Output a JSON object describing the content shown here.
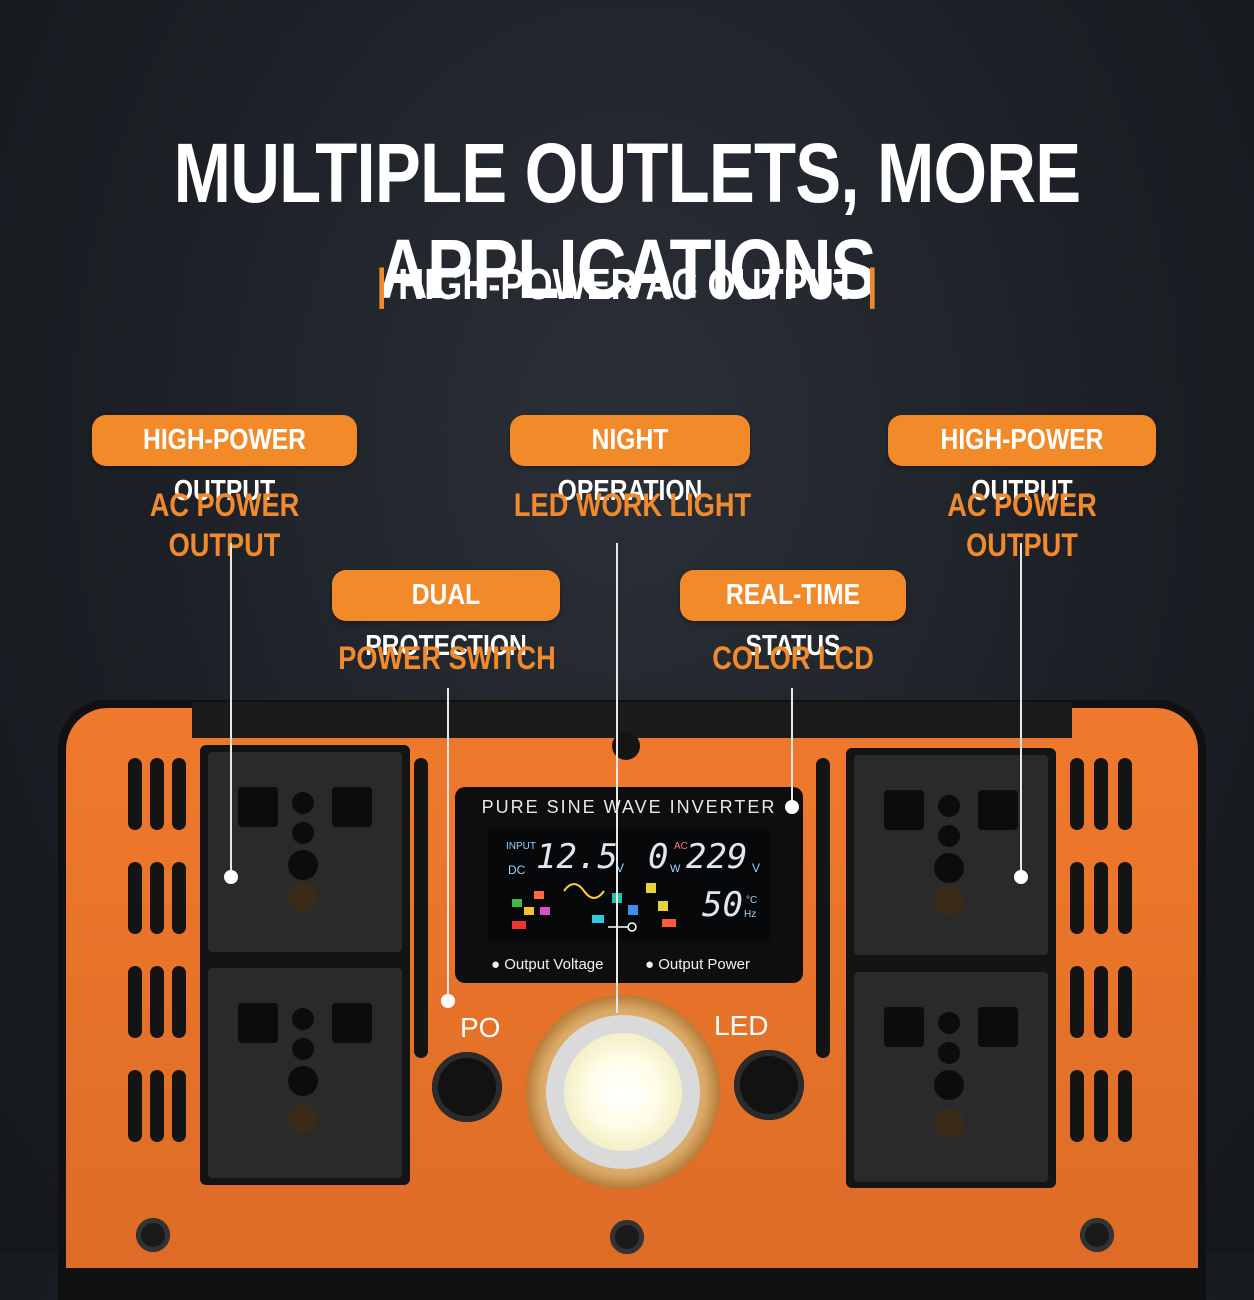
{
  "headline": "MULTIPLE OUTLETS, MORE APPLICATIONS",
  "subhead": "HIGH-POWER AC OUTPUT",
  "callouts": [
    {
      "badge": "HIGH-POWER OUTPUT",
      "label": "AC POWER OUTPUT"
    },
    {
      "badge": "NIGHT OPERATION",
      "label": "LED WORK LIGHT"
    },
    {
      "badge": "HIGH-POWER OUTPUT",
      "label": "AC POWER OUTPUT"
    },
    {
      "badge": "DUAL PROTECTION",
      "label": "POWER SWITCH"
    },
    {
      "badge": "REAL-TIME STATUS",
      "label": "COLOR LCD"
    }
  ],
  "device": {
    "lcd_title": "PURE SINE WAVE INVERTER",
    "lcd": {
      "input_label": "INPUT",
      "dc_label": "DC",
      "input_voltage": "12.5",
      "input_unit": "V",
      "output_power": "0",
      "power_unit": "W",
      "ac_label": "AC",
      "output_voltage": "229",
      "output_unit": "V",
      "frequency": "50",
      "freq_unit_c": "°C",
      "freq_unit_hz": "Hz"
    },
    "legend_left": "Output Voltage",
    "legend_right": "Output Power",
    "power_button_label": "PO",
    "led_button_label": "LED"
  },
  "colors": {
    "accent_orange": "#f28a2a",
    "device_orange": "#e8742b",
    "background": "#1c2026"
  }
}
